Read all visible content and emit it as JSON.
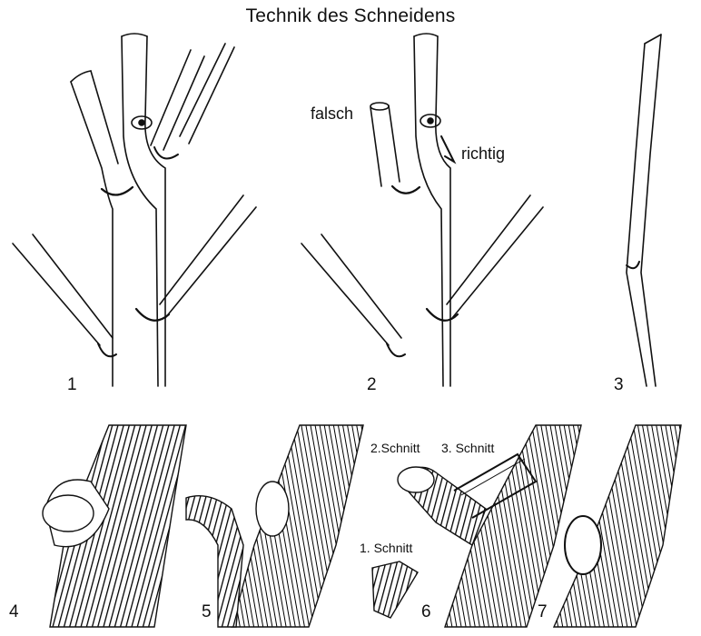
{
  "title": "Technik des Schneidens",
  "labels": {
    "falsch": "falsch",
    "richtig": "richtig",
    "cut1": "1. Schnitt",
    "cut2": "2.Schnitt",
    "cut3": "3. Schnitt"
  },
  "figures": [
    "1",
    "2",
    "3",
    "4",
    "5",
    "6",
    "7"
  ]
}
